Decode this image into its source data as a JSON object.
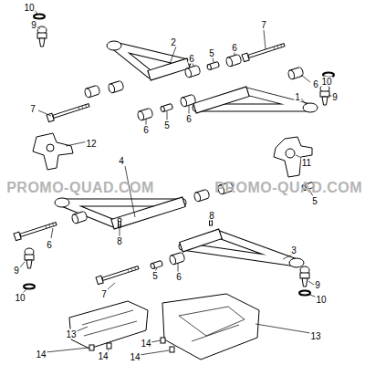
{
  "diagram": {
    "labels": [
      "10",
      "9",
      "2",
      "6",
      "5",
      "6",
      "7",
      "6",
      "10",
      "1",
      "9",
      "7",
      "6",
      "5",
      "6",
      "12",
      "11",
      "4",
      "5",
      "6",
      "8",
      "8",
      "3",
      "9",
      "10",
      "7",
      "5",
      "6",
      "9",
      "10",
      "13",
      "13",
      "14",
      "14",
      "14",
      "14",
      "PROMO-QUAD.COM",
      "PROMO-QUAD.COM"
    ]
  }
}
